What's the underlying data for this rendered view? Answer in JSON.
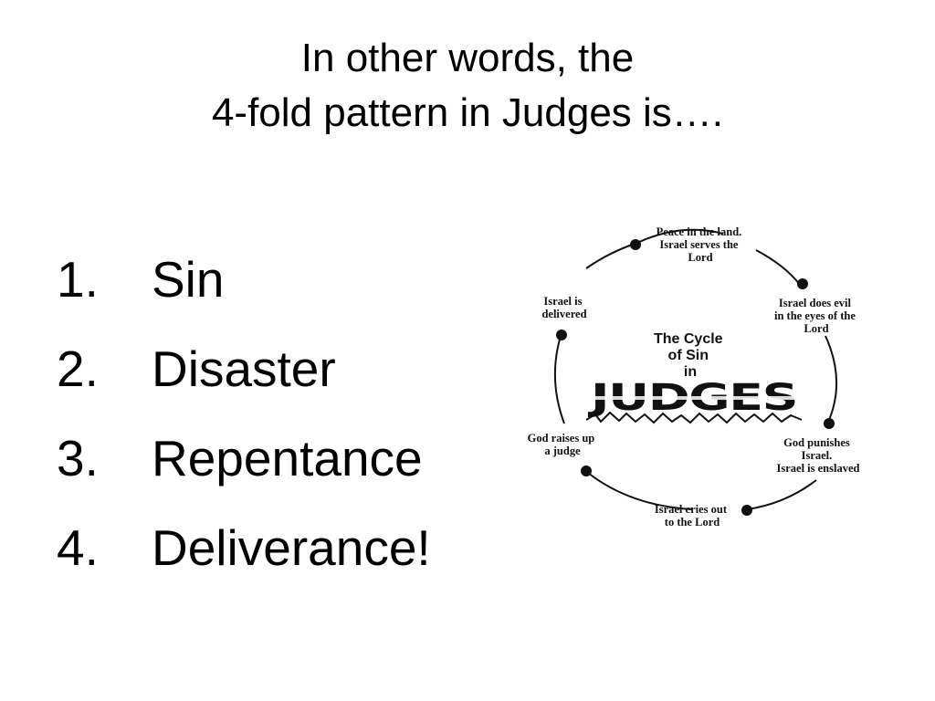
{
  "slide": {
    "title_line1": "In other words, the",
    "title_line2": "4-fold pattern in Judges is…."
  },
  "list": {
    "items": [
      {
        "number": "1.",
        "text": "Sin"
      },
      {
        "number": "2.",
        "text": "Disaster"
      },
      {
        "number": "3.",
        "text": "Repentance"
      },
      {
        "number": "4.",
        "text": "Deliverance!"
      }
    ]
  },
  "diagram": {
    "center": {
      "line1": "The Cycle",
      "line2": "of Sin",
      "line3": "in",
      "logo_word": "JUDGES"
    },
    "stages": {
      "peace": {
        "l1": "Peace in the land.",
        "l2": "Israel serves the",
        "l3": "Lord"
      },
      "evil": {
        "l1": "Israel does evil",
        "l2": "in the eyes of the",
        "l3": "Lord"
      },
      "punish": {
        "l1": "God punishes",
        "l2": "Israel.",
        "l3": "Israel is enslaved"
      },
      "cries": {
        "l1": "Israel cries out",
        "l2": "to the Lord"
      },
      "judge": {
        "l1": "God raises up",
        "l2": "a judge"
      },
      "delivered": {
        "l1": "Israel is",
        "l2": "delivered"
      }
    },
    "colors": {
      "ink": "#111111"
    }
  }
}
